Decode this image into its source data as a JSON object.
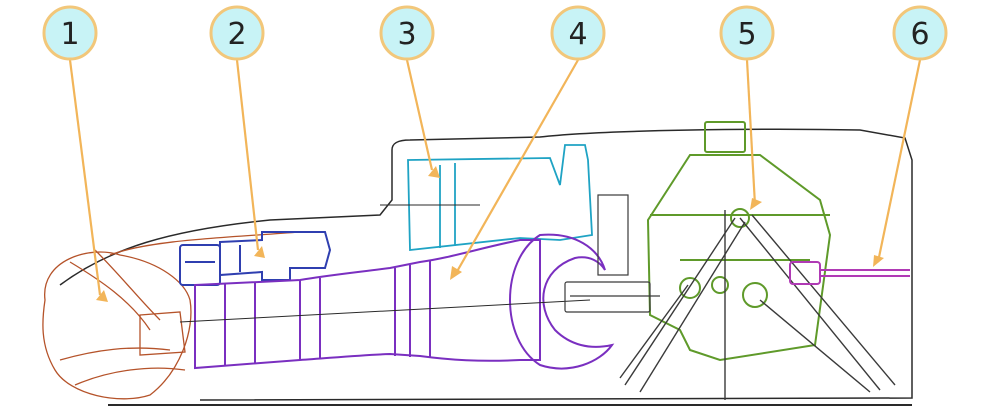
{
  "callouts": [
    {
      "label": "1"
    },
    {
      "label": "2"
    },
    {
      "label": "3"
    },
    {
      "label": "4"
    },
    {
      "label": "5"
    },
    {
      "label": "6"
    }
  ],
  "colors": {
    "callout_fill": "#c8f3f6",
    "callout_stroke": "#f2c77a",
    "leader": "#f2b559",
    "housing_outline": "#2a2a2a",
    "part1_inlet": "#b5532a",
    "part2_unit": "#2f3fb0",
    "part3_unit": "#1fa3c4",
    "part4_engine": "#7a2fc0",
    "part5_gearbox": "#5f9a2a",
    "part6_shaft": "#b03ab5"
  }
}
